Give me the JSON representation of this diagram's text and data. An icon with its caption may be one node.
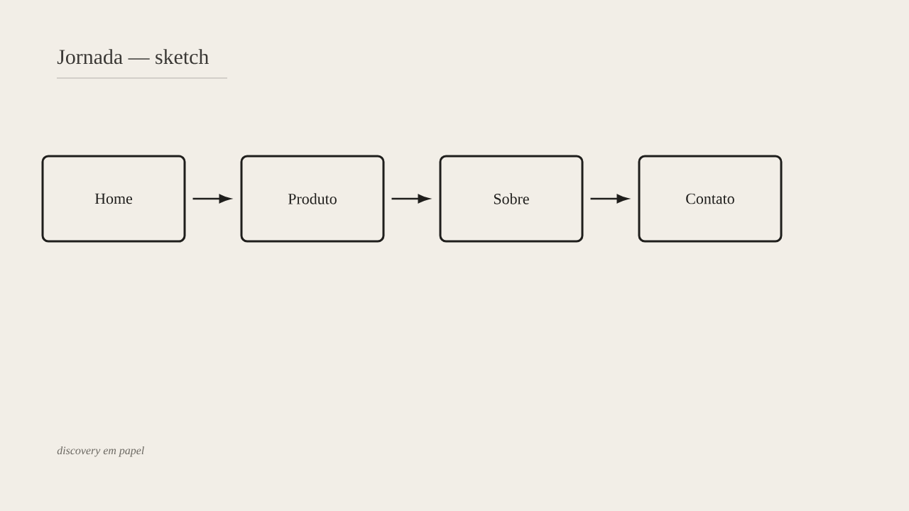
{
  "diagram": {
    "title": "Jornada — sketch",
    "caption": "discovery em papel",
    "nodes": [
      {
        "text": [
          "Home"
        ]
      },
      {
        "text": [
          "Produto"
        ]
      },
      {
        "text": [
          "Sobre"
        ]
      },
      {
        "text": [
          "Contato"
        ]
      }
    ],
    "edges": [
      {
        "from": 0,
        "to": 1,
        "arrow": "to"
      },
      {
        "from": 1,
        "to": 2,
        "arrow": "to"
      },
      {
        "from": 2,
        "to": 3,
        "arrow": "to"
      }
    ]
  }
}
